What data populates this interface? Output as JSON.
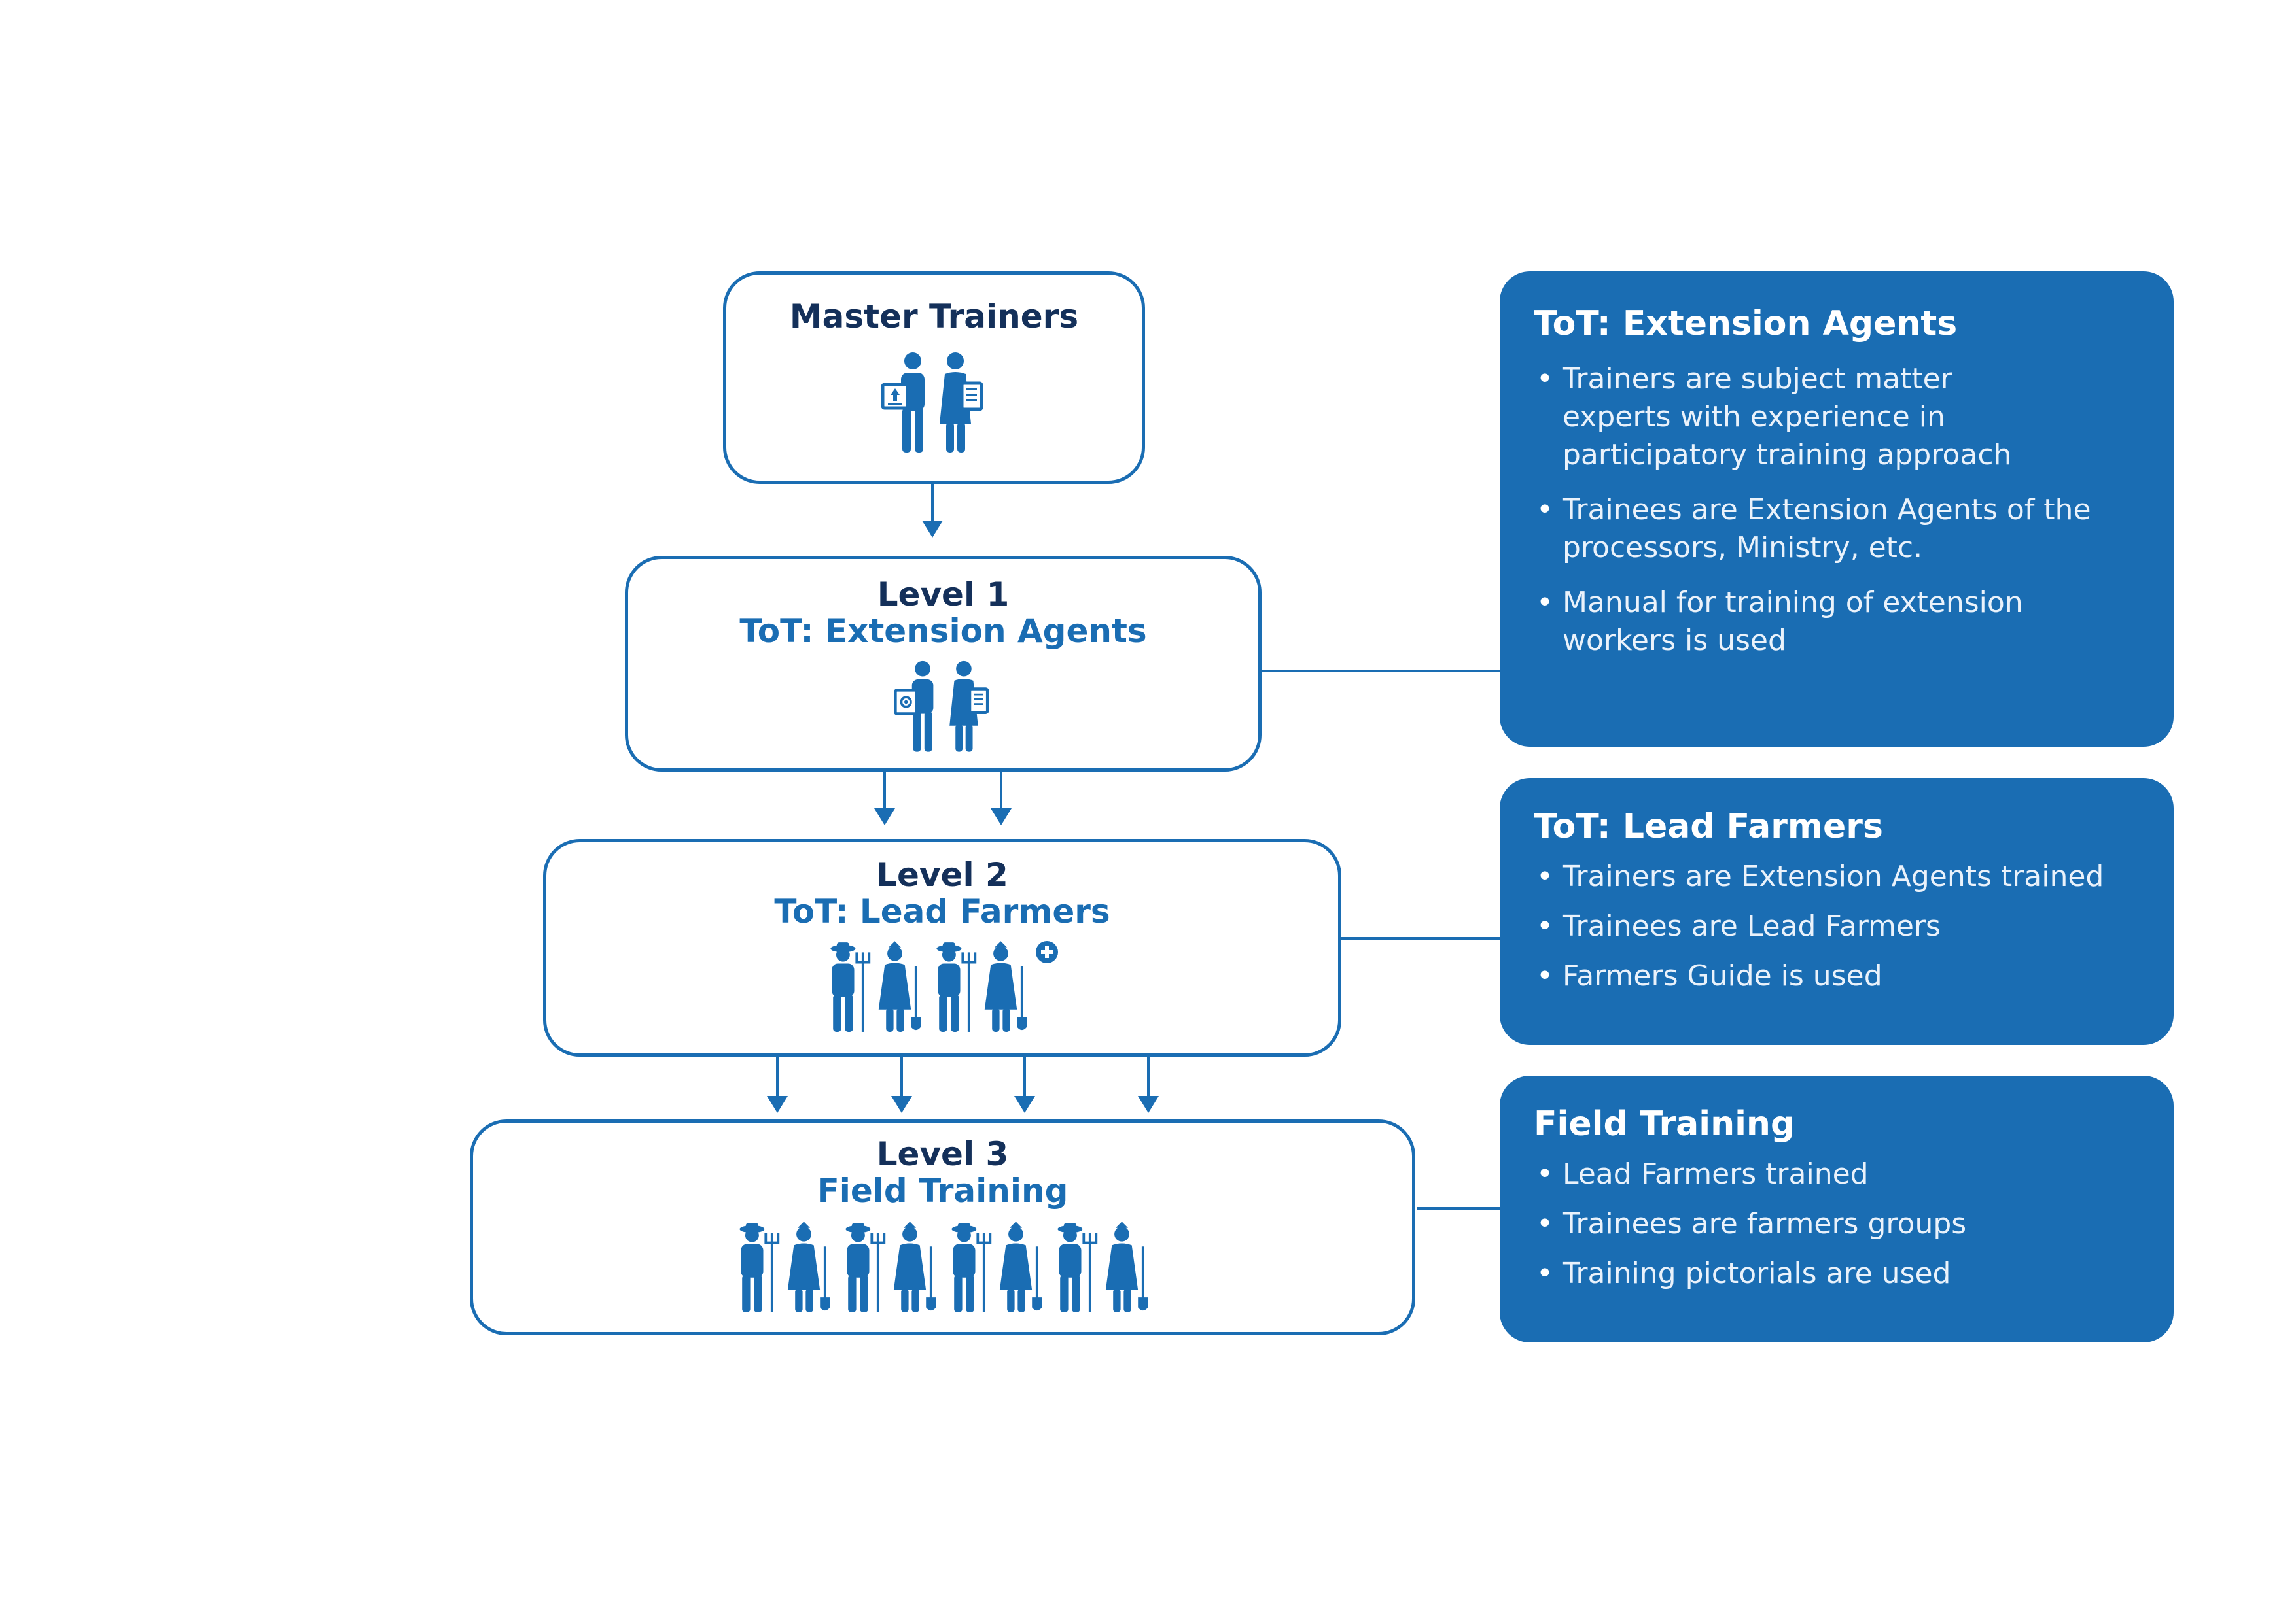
{
  "colors": {
    "accent": "#1a6db3",
    "dark_text": "#14305a",
    "white": "#ffffff"
  },
  "levels": [
    {
      "title": "Master Trainers",
      "subtitle": "",
      "icons": [
        "trainer-male-icon",
        "trainer-female-icon"
      ]
    },
    {
      "title": "Level 1",
      "subtitle": "ToT: Extension Agents",
      "icons": [
        "extension-agent-male-icon",
        "extension-agent-female-icon"
      ]
    },
    {
      "title": "Level 2",
      "subtitle": "ToT: Lead Farmers",
      "icons": [
        "farmer-male-icon",
        "farmer-female-icon",
        "farmer-male-icon",
        "farmer-female-icon",
        "plus-icon"
      ]
    },
    {
      "title": "Level 3",
      "subtitle": "Field Training",
      "icons": [
        "farmer-male-icon",
        "farmer-female-icon",
        "farmer-male-icon",
        "farmer-female-icon",
        "farmer-male-icon",
        "farmer-female-icon",
        "farmer-male-icon",
        "farmer-female-icon"
      ]
    }
  ],
  "info_boxes": [
    {
      "title": "ToT: Extension Agents",
      "bullets": [
        "Trainers are subject matter experts with experience in participatory training approach",
        "Trainees are Extension Agents of the processors, Ministry, etc.",
        "Manual for training of extension workers is used"
      ]
    },
    {
      "title": "ToT: Lead Farmers",
      "bullets": [
        "Trainers are Extension Agents trained",
        "Trainees are Lead Farmers",
        "Farmers Guide is used"
      ]
    },
    {
      "title": "Field Training",
      "bullets": [
        "Lead Farmers trained",
        "Trainees are farmers groups",
        "Training pictorials are used"
      ]
    }
  ]
}
